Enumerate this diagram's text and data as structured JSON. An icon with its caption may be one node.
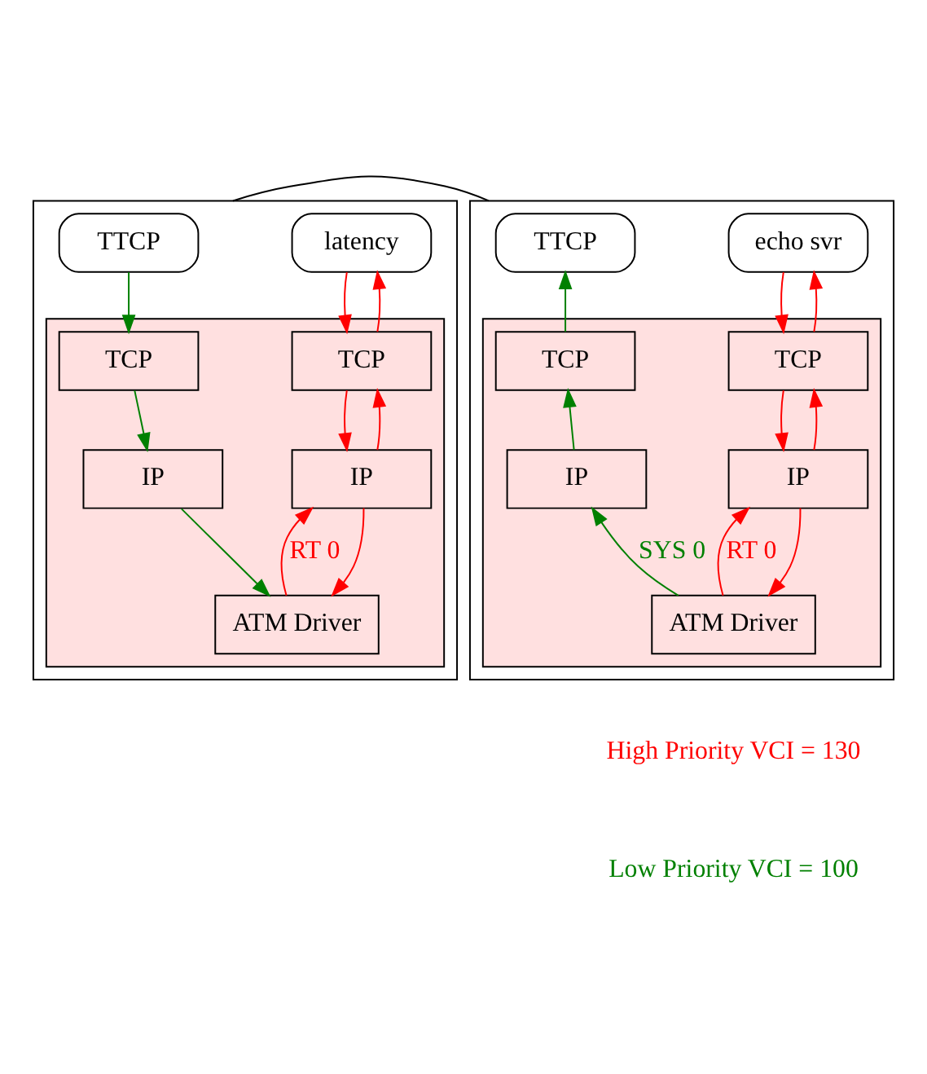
{
  "diagram": {
    "nodes": [
      {
        "text": [],
        "shape": "box"
      },
      {
        "text": [
          "TTCP"
        ],
        "in": 0
      },
      {
        "text": [
          "latency"
        ],
        "in": 0
      },
      {
        "text": [],
        "shape": "box",
        "in": 0
      },
      {
        "text": [
          "TCP"
        ],
        "in": 3
      },
      {
        "text": [
          "TCP"
        ],
        "in": 3
      },
      {
        "text": [
          "IP"
        ],
        "in": 3
      },
      {
        "text": [
          "IP"
        ],
        "in": 3
      },
      {
        "text": [
          "ATM Driver"
        ],
        "in": 3
      },
      {
        "text": [],
        "shape": "box"
      },
      {
        "text": [
          "TTCP"
        ],
        "in": 9
      },
      {
        "text": [
          "echo svr"
        ],
        "in": 9
      },
      {
        "text": [],
        "shape": "box",
        "in": 9
      },
      {
        "text": [
          "TCP"
        ],
        "in": 12
      },
      {
        "text": [
          "TCP"
        ],
        "in": 12
      },
      {
        "text": [
          "IP"
        ],
        "in": 12
      },
      {
        "text": [
          "IP"
        ],
        "in": 12
      },
      {
        "text": [
          "ATM Driver"
        ],
        "in": 12
      }
    ],
    "edges": [
      {
        "from": 1,
        "to": 4,
        "arrow": "to",
        "color": "#008000"
      },
      {
        "from": 4,
        "to": 6,
        "arrow": "to",
        "color": "#008000"
      },
      {
        "from": 6,
        "to": 8,
        "arrow": "to",
        "color": "#008000"
      },
      {
        "from": 2,
        "to": 5,
        "arrow": "to",
        "color": "#ff0000"
      },
      {
        "from": 5,
        "to": 7,
        "arrow": "to",
        "color": "#ff0000"
      },
      {
        "from": 7,
        "to": 8,
        "arrow": "to",
        "color": "#ff0000"
      },
      {
        "from": 8,
        "to": 7,
        "arrow": "to",
        "color": "#ff0000",
        "label": "RT 0"
      },
      {
        "from": 7,
        "to": 5,
        "arrow": "to",
        "color": "#ff0000"
      },
      {
        "from": 5,
        "to": 2,
        "arrow": "to",
        "color": "#ff0000"
      },
      {
        "from": 17,
        "to": 15,
        "arrow": "to",
        "color": "#008000",
        "label": "SYS 0"
      },
      {
        "from": 15,
        "to": 13,
        "arrow": "to",
        "color": "#008000"
      },
      {
        "from": 13,
        "to": 10,
        "arrow": "to",
        "color": "#008000"
      },
      {
        "from": 11,
        "to": 14,
        "arrow": "to",
        "color": "#ff0000"
      },
      {
        "from": 14,
        "to": 16,
        "arrow": "to",
        "color": "#ff0000"
      },
      {
        "from": 16,
        "to": 17,
        "arrow": "to",
        "color": "#ff0000"
      },
      {
        "from": 17,
        "to": 16,
        "arrow": "to",
        "color": "#ff0000",
        "label": "RT 0"
      },
      {
        "from": 16,
        "to": 14,
        "arrow": "to",
        "color": "#ff0000"
      },
      {
        "from": 14,
        "to": 11,
        "arrow": "to",
        "color": "#ff0000"
      },
      {
        "from": 0,
        "to": 9,
        "arrow": "none",
        "color": "#000000"
      }
    ],
    "labels": [
      "High Priority VCI = 130",
      "Low Priority VCI = 100"
    ]
  }
}
